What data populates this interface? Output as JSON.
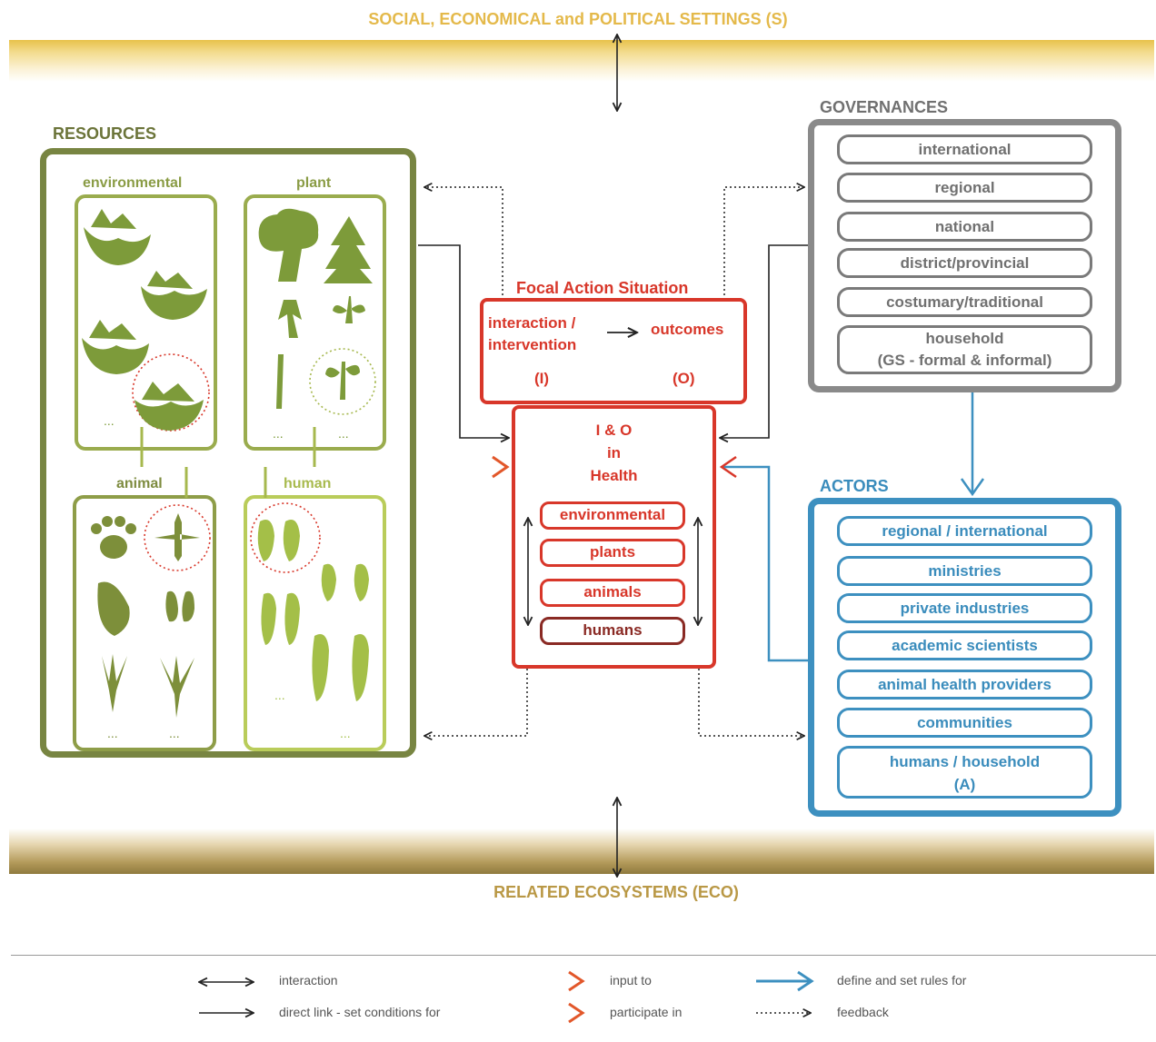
{
  "settings_label": "SOCIAL, ECONOMICAL and POLITICAL SETTINGS (S)",
  "ecosystems_label": "RELATED ECOSYSTEMS (ECO)",
  "resources": {
    "title": "RESOURCES",
    "environmental": "environmental",
    "plant": "plant",
    "animal": "animal",
    "human": "human",
    "ellipsis": "..."
  },
  "governances": {
    "title": "GOVERNANCES",
    "items": [
      "international",
      "regional",
      "national",
      "district/provincial",
      "costumary/traditional"
    ],
    "household_line1": "household",
    "household_line2": "(GS - formal & informal)"
  },
  "actors": {
    "title": "ACTORS",
    "items": [
      "regional / international",
      "ministries",
      "private industries",
      "academic scientists",
      "animal health providers",
      "communities"
    ],
    "last_line1": "humans / household",
    "last_line2": "(A)"
  },
  "focal": {
    "title": "Focal Action Situation",
    "interaction_line1": "interaction /",
    "interaction_line2": "intervention",
    "outcomes": "outcomes",
    "i_label": "(I)",
    "o_label": "(O)"
  },
  "health": {
    "line1": "I & O",
    "line2": "in",
    "line3": "Health",
    "items": [
      "environmental",
      "plants",
      "animals",
      "humans"
    ]
  },
  "legend": {
    "interaction": "interaction",
    "direct_link": "direct link - set conditions for",
    "input_to": "input to",
    "participate_in": "participate in",
    "define_rules": "define and set rules for",
    "feedback": "feedback"
  },
  "colors": {
    "resources": "#788542",
    "governances": "#8a8a8a",
    "actors": "#3d90c0",
    "focal": "#d8372a",
    "settings": "#e4b94a",
    "ecosystems": "#b99845"
  }
}
